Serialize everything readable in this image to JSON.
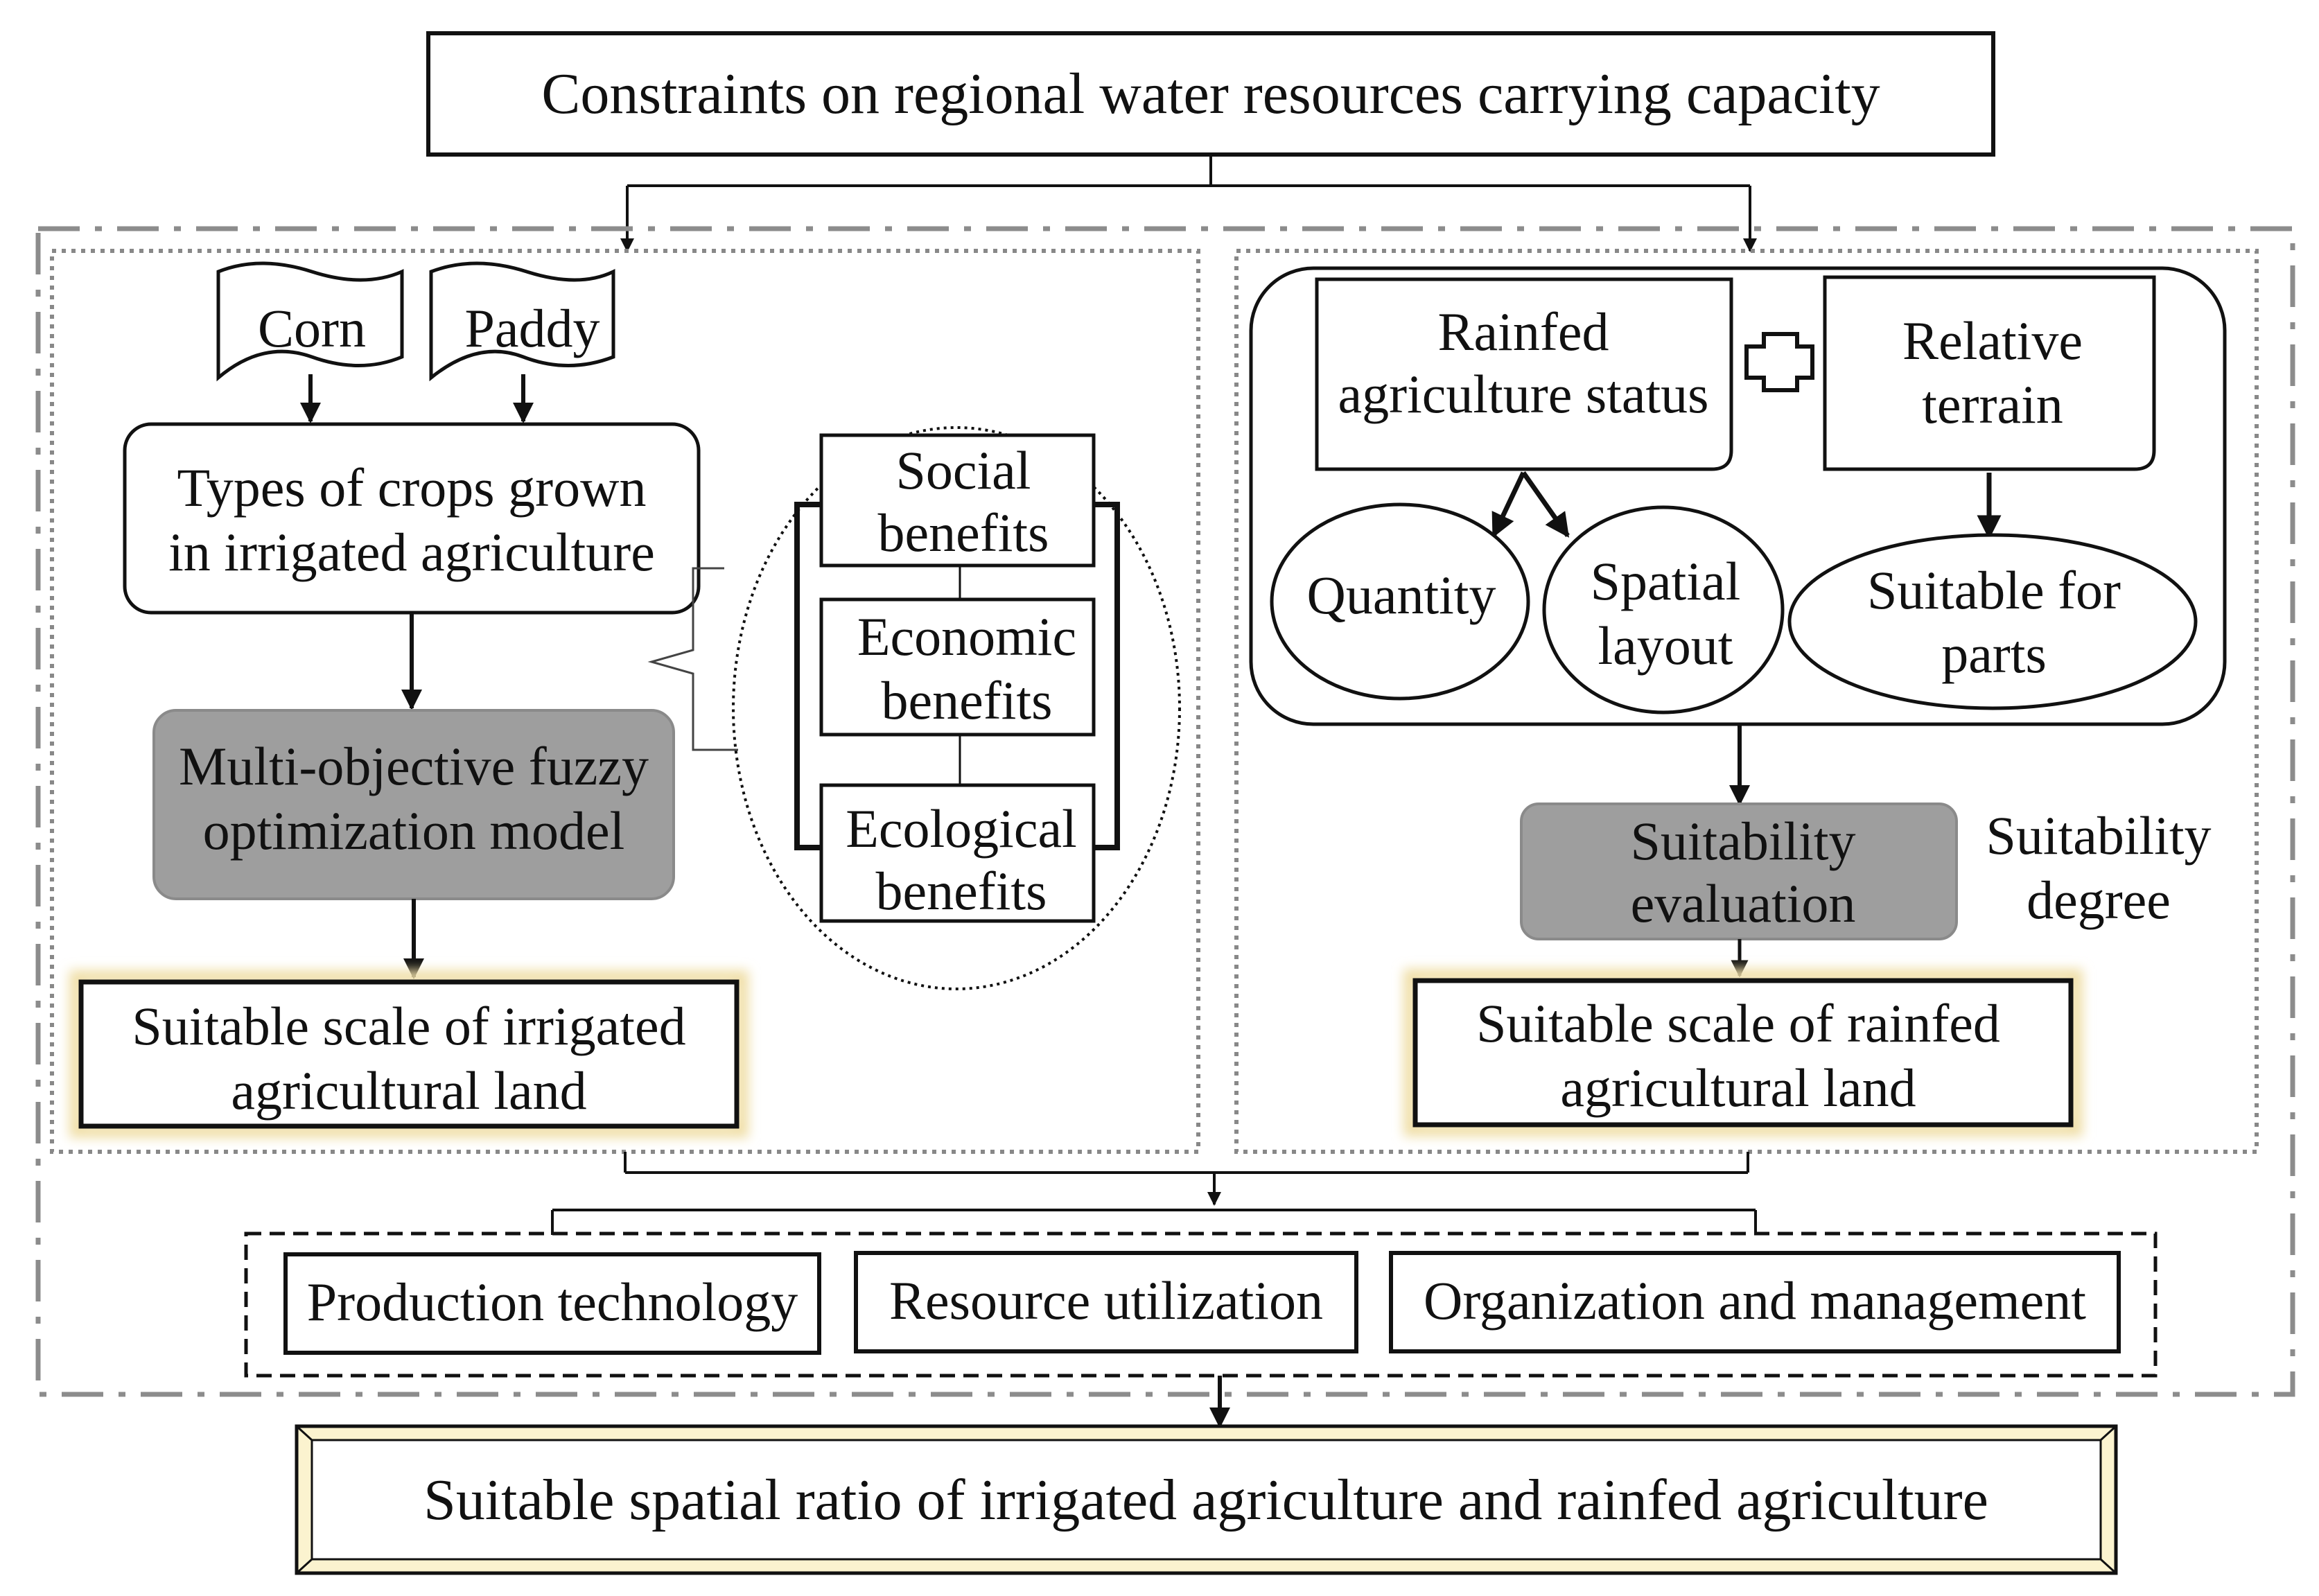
{
  "title": "Constraints on regional water resources carrying capacity",
  "left_panel": {
    "crops": [
      "Corn",
      "Paddy"
    ],
    "crop_types": [
      "Types of crops grown",
      "in irrigated agriculture"
    ],
    "model": [
      "Multi-objective fuzzy",
      "optimization model"
    ],
    "benefits": [
      [
        "Social",
        "benefits"
      ],
      [
        "Economic",
        "benefits"
      ],
      [
        "Ecological",
        "benefits"
      ]
    ],
    "result": [
      "Suitable scale of irrigated",
      "agricultural land"
    ]
  },
  "right_panel": {
    "status": [
      "Rainfed",
      "agriculture status"
    ],
    "terrain": [
      "Relative",
      "terrain"
    ],
    "quantity": "Quantity",
    "spatial_layout": [
      "Spatial",
      "layout"
    ],
    "suitable_parts": [
      "Suitable for",
      "parts"
    ],
    "evaluation": [
      "Suitability",
      "evaluation"
    ],
    "degree": [
      "Suitability",
      "degree"
    ],
    "result": [
      "Suitable scale of rainfed",
      "agricultural land"
    ]
  },
  "factors": [
    "Production technology",
    "Resource utilization",
    "Organization and management"
  ],
  "final": "Suitable spatial ratio of irrigated agriculture and rainfed agriculture",
  "colors": {
    "gray_box": "#9e9e9e",
    "gold_glow": "#f0dfa8",
    "final_fill": "#fbf3cf",
    "line": "#111111",
    "dash_gray": "#8c8c8c"
  }
}
